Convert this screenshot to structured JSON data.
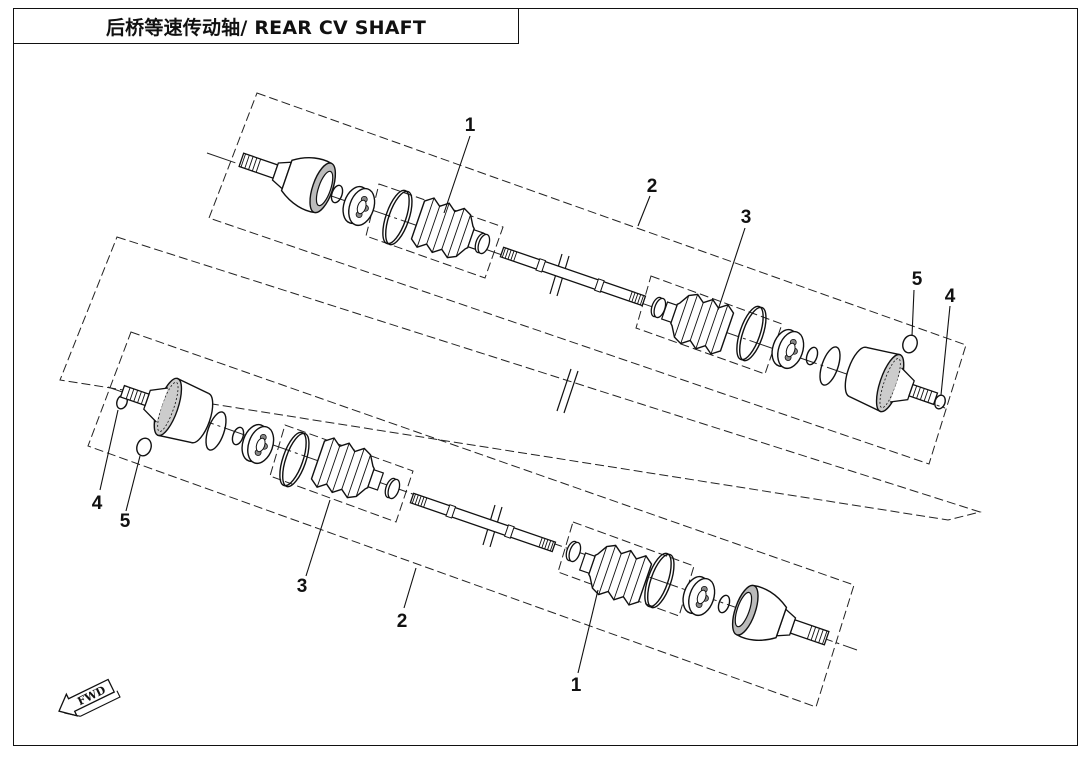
{
  "title": "后桥等速传动轴/ REAR CV SHAFT",
  "callouts": {
    "top": {
      "l1": "1",
      "l2": "2",
      "l3": "3",
      "l4": "4",
      "l5": "5"
    },
    "bottom": {
      "l1": "1",
      "l2": "2",
      "l3": "3",
      "l4": "4",
      "l5": "5"
    }
  },
  "fwd_label": "FWD"
}
